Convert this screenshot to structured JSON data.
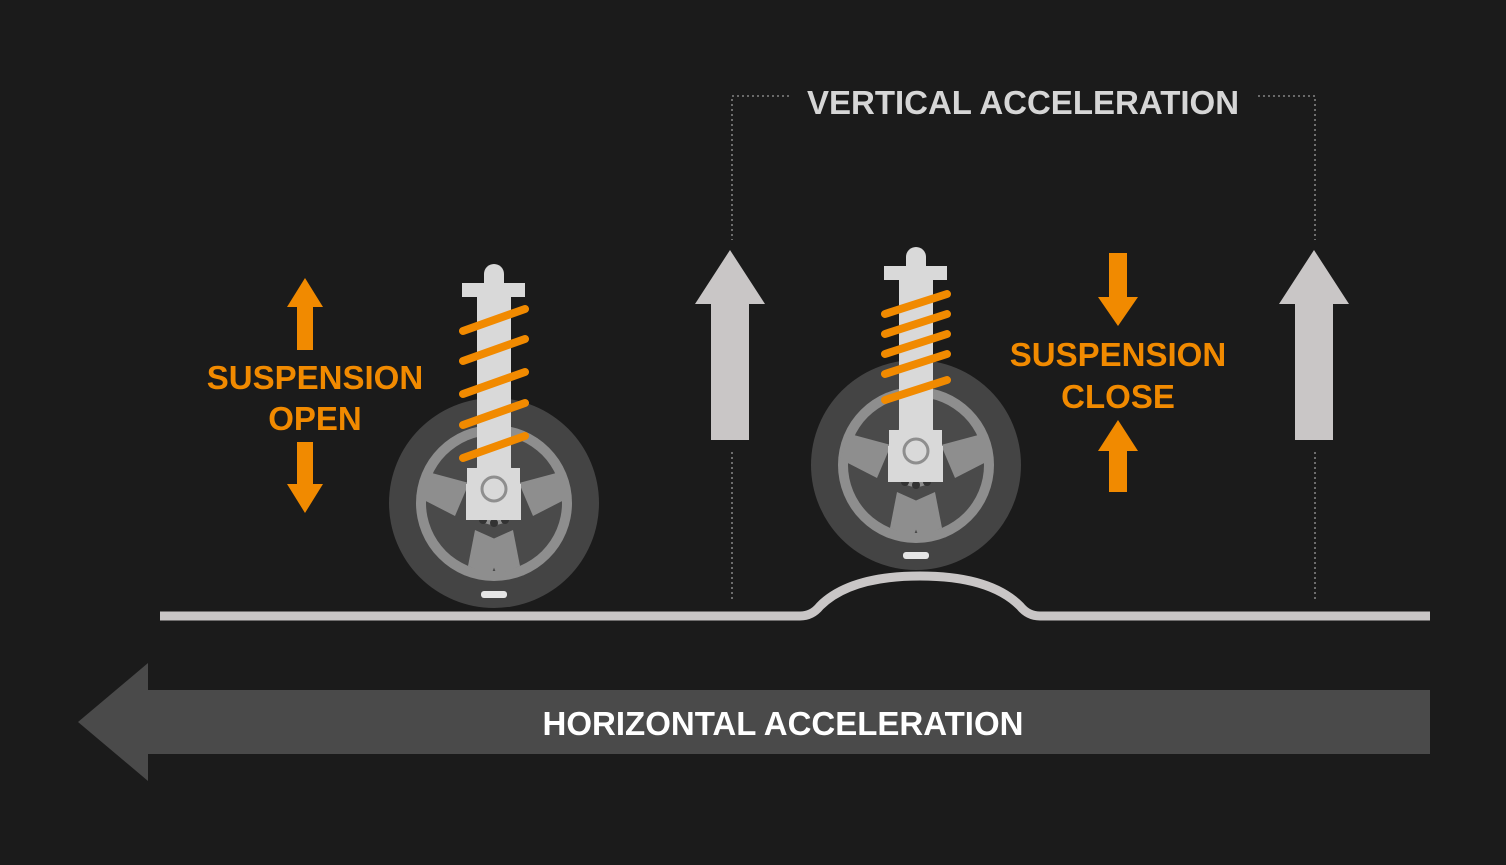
{
  "labels": {
    "vertical": "VERTICAL ACCELERATION",
    "horizontal": "HORIZONTAL ACCELERATION",
    "open_line1": "SUSPENSION",
    "open_line2": "OPEN",
    "close_line1": "SUSPENSION",
    "close_line2": "CLOSE"
  },
  "colors": {
    "background": "#1b1b1b",
    "accent": "#f18a00",
    "light_gray": "#c9c6c6",
    "mid_gray": "#8e8e8e",
    "dark_gray": "#4a4a4a",
    "tire": "#444444",
    "text_light": "#ffffff",
    "text_vertical": "#d6d6d6"
  }
}
